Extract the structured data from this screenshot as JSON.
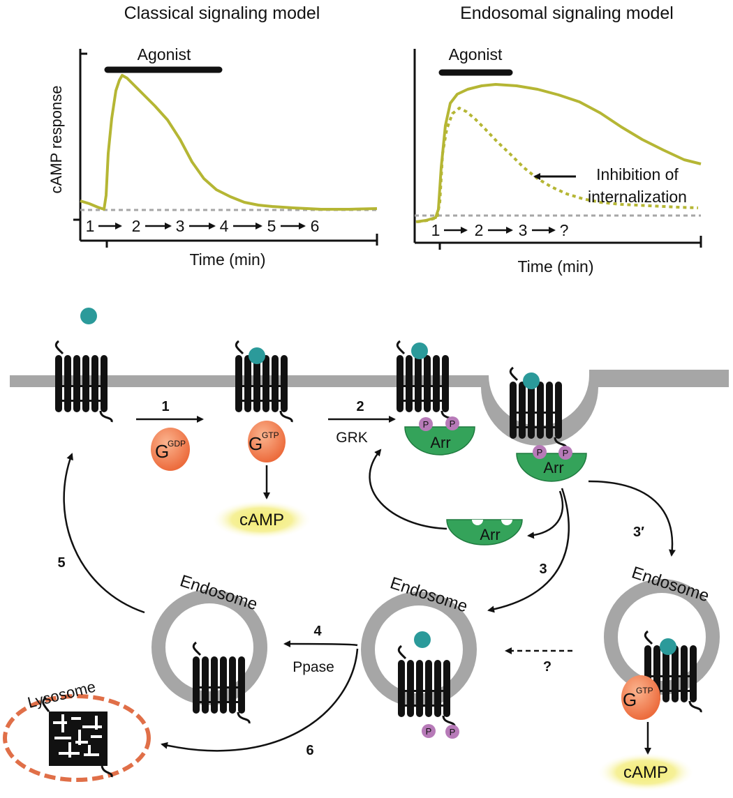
{
  "colors": {
    "trace": "#b5b634",
    "baseline": "#a6a6a6",
    "membrane": "#a6a6a6",
    "receptor": "#111111",
    "ligand": "#2b9a9a",
    "g_protein": "#f07f52",
    "arrestin": "#34a35a",
    "phospho": "#b77ab8",
    "camp_glow": "#f2ea6a",
    "lysosome": "#e06f48"
  },
  "panels": {
    "classical": {
      "title": "Classical signaling model",
      "agonist_label": "Agonist",
      "ylabel": "cAMP response",
      "xlabel": "Time (min)",
      "steps": [
        "1",
        "2",
        "3",
        "4",
        "5",
        "6"
      ]
    },
    "endosomal": {
      "title": "Endosomal signaling model",
      "agonist_label": "Agonist",
      "xlabel": "Time (min)",
      "annotation_line1": "Inhibition of",
      "annotation_line2": "internalization",
      "steps": [
        "1",
        "2",
        "3",
        "?"
      ]
    }
  },
  "diagram": {
    "step_1": "1",
    "step_2": "2",
    "step_3": "3",
    "step_3_prime": "3′",
    "step_4": "4",
    "step_5": "5",
    "step_6": "6",
    "unknown_step": "?",
    "g_letter": "G",
    "gdp": "GDP",
    "gtp": "GTP",
    "camp": "cAMP",
    "grk": "GRK",
    "arr": "Arr",
    "p": "P",
    "ppase": "Ppase",
    "endosome": "Endosome",
    "lysosome": "Lysosome"
  },
  "chart_data": [
    {
      "type": "line",
      "title": "Classical signaling model",
      "xlabel": "Time (min)",
      "ylabel": "cAMP response",
      "agonist_bar": "Agonist",
      "series": [
        {
          "values": [
            [
              0,
              0.06
            ],
            [
              0.1,
              0.02
            ],
            [
              0.2,
              0.9
            ],
            [
              0.25,
              0.95
            ],
            [
              0.3,
              0.85
            ],
            [
              0.4,
              0.62
            ],
            [
              0.5,
              0.36
            ],
            [
              0.6,
              0.17
            ],
            [
              0.7,
              0.08
            ],
            [
              0.8,
              0.04
            ],
            [
              1.0,
              0.02
            ]
          ]
        }
      ],
      "stage_labels": [
        "1",
        "2",
        "3",
        "4",
        "5",
        "6"
      ]
    },
    {
      "type": "line",
      "title": "Endosomal signaling model",
      "xlabel": "Time (min)",
      "agonist_bar": "Agonist",
      "annotation": "Inhibition of internalization",
      "series": [
        {
          "style": "solid",
          "values": [
            [
              0,
              0.0
            ],
            [
              0.1,
              0.03
            ],
            [
              0.15,
              0.75
            ],
            [
              0.25,
              0.87
            ],
            [
              0.35,
              0.87
            ],
            [
              0.5,
              0.8
            ],
            [
              0.7,
              0.6
            ],
            [
              0.9,
              0.43
            ],
            [
              1.0,
              0.35
            ]
          ]
        },
        {
          "style": "dotted",
          "values": [
            [
              0,
              0.0
            ],
            [
              0.1,
              0.03
            ],
            [
              0.13,
              0.55
            ],
            [
              0.17,
              0.67
            ],
            [
              0.25,
              0.55
            ],
            [
              0.35,
              0.35
            ],
            [
              0.5,
              0.17
            ],
            [
              0.7,
              0.07
            ],
            [
              1.0,
              0.04
            ]
          ]
        }
      ],
      "stage_labels": [
        "1",
        "2",
        "3",
        "?"
      ]
    }
  ]
}
